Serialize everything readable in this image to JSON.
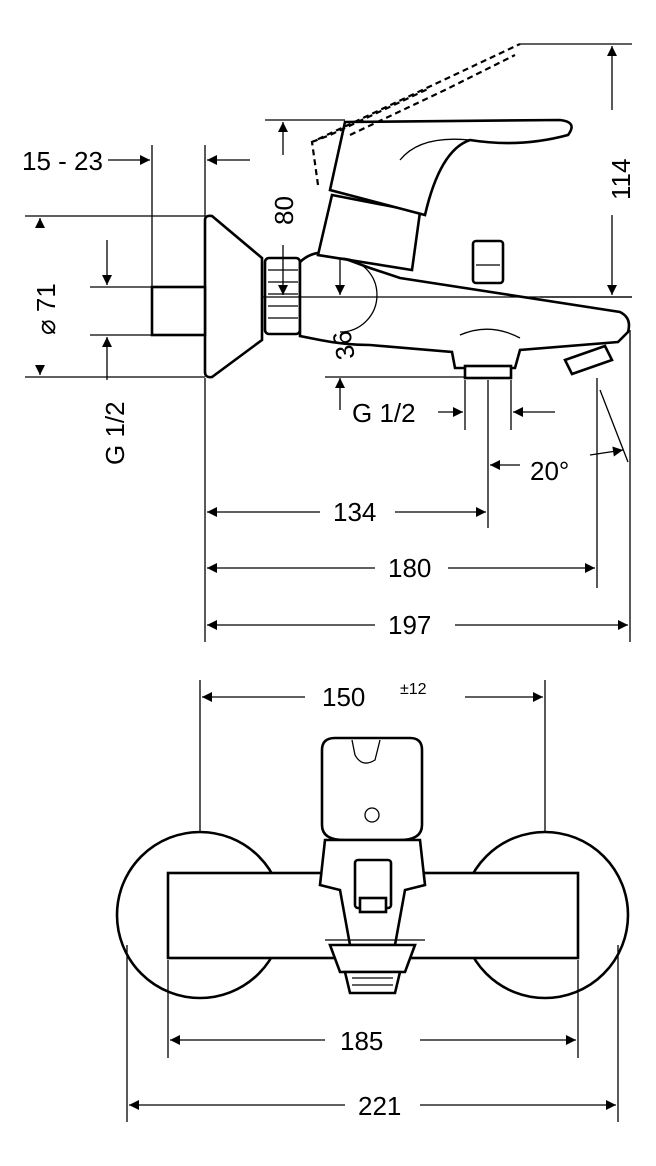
{
  "side_view": {
    "dim_inlet_range": "15 - 23",
    "dim_height_handle": "80",
    "dim_height_total": "114",
    "dim_diameter": "⌀ 71",
    "dim_thread_inlet": "G 1/2",
    "dim_thread_outlet": "G 1/2",
    "dim_offset": "36",
    "dim_angle": "20°",
    "dim_134": "134",
    "dim_180": "180",
    "dim_197": "197"
  },
  "front_view": {
    "dim_centers": "150",
    "dim_centers_tol": "±12",
    "dim_185": "185",
    "dim_221": "221"
  }
}
